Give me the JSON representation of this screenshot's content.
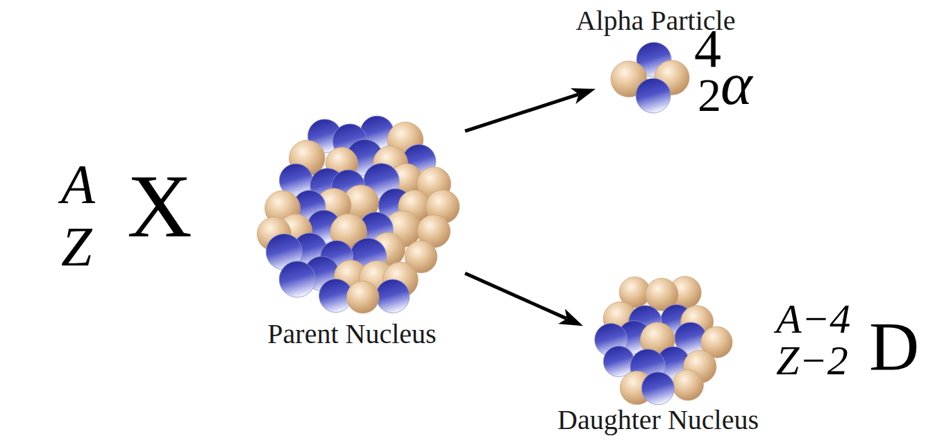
{
  "diagram": {
    "nodes": [
      {
        "text": [
          "Parent Nucleus"
        ]
      },
      {
        "text": [
          "Alpha Particle"
        ]
      },
      {
        "text": [
          "Daughter Nucleus"
        ]
      }
    ],
    "edges": [
      {
        "from": 0,
        "to": 1,
        "arrow": "to"
      },
      {
        "from": 0,
        "to": 2,
        "arrow": "to"
      }
    ],
    "labels": [
      "A",
      "Z",
      "X",
      "4",
      "2",
      "α",
      "A−4",
      "Z−2",
      "D"
    ]
  }
}
